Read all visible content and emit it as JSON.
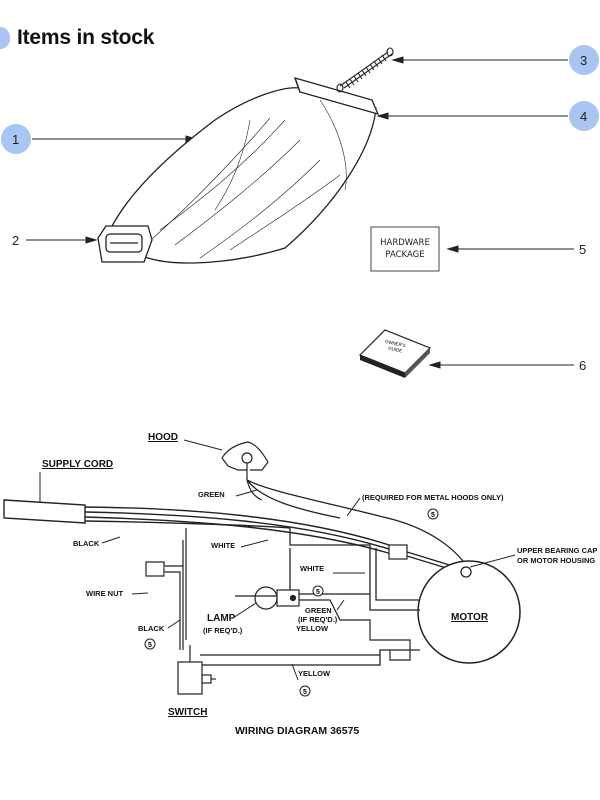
{
  "header": {
    "title": "Items in stock"
  },
  "parts": {
    "callouts": [
      "1",
      "2",
      "3",
      "4",
      "5",
      "6"
    ],
    "hardware_package": [
      "HARDWARE",
      "PACKAGE"
    ],
    "owners_guide": [
      "OWNER'S",
      "GUIDE"
    ]
  },
  "wiring": {
    "title": "WIRING DIAGRAM 36575",
    "hood": "HOOD",
    "supply_cord": "SUPPLY CORD",
    "green": "GREEN",
    "required_note": "(REQUIRED FOR METAL HOODS ONLY)",
    "black_upper": "BLACK",
    "white_upper": "WHITE",
    "white_lower": "WHITE",
    "wire_nut": "WIRE NUT",
    "lamp": "LAMP",
    "if_reqd": "(IF REQ'D.)",
    "black_lower": "BLACK",
    "green_lamp": "GREEN",
    "green_if_reqd": "(IF REQ'D.)",
    "yellow_upper": "YELLOW",
    "upper_bearing_1": "UPPER BEARING CAP",
    "upper_bearing_2": "OR MOTOR HOUSING",
    "motor": "MOTOR",
    "yellow_lower": "YELLOW",
    "switch": "SWITCH",
    "circled_num": "5"
  },
  "colors": {
    "accent": "#a9c6f2"
  }
}
